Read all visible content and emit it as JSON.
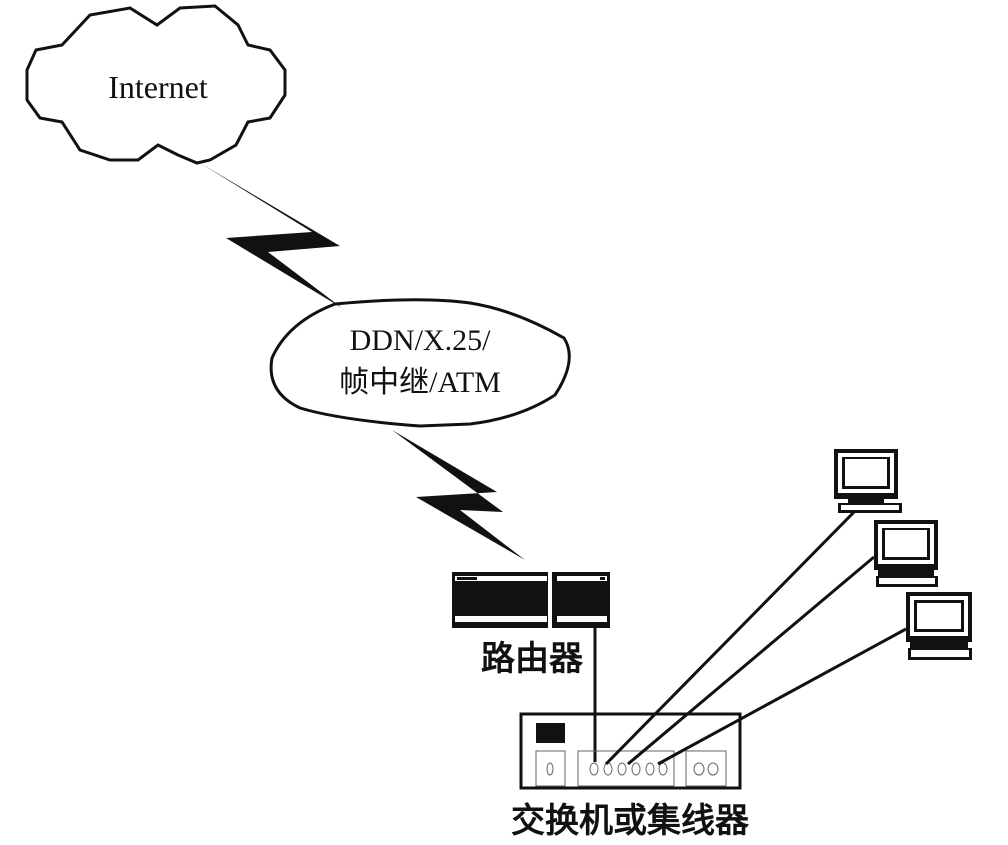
{
  "title": "Network access topology",
  "nodes": {
    "internet": {
      "label": "Internet",
      "shape": "cloud"
    },
    "wan": {
      "label_line1": "DDN/X.25/",
      "label_line2": "帧中继/ATM",
      "shape": "ellipse"
    },
    "router": {
      "label": "路由器",
      "shape": "router-icon"
    },
    "switch": {
      "label": "交换机或集线器",
      "shape": "switch-icon"
    },
    "pcs": [
      {
        "name": "pc-1",
        "shape": "computer-icon"
      },
      {
        "name": "pc-2",
        "shape": "computer-icon"
      },
      {
        "name": "pc-3",
        "shape": "computer-icon"
      }
    ]
  },
  "links": [
    {
      "from": "internet",
      "to": "wan",
      "type": "wan-lightning"
    },
    {
      "from": "wan",
      "to": "router",
      "type": "wan-lightning"
    },
    {
      "from": "router",
      "to": "switch",
      "type": "line"
    },
    {
      "from": "switch",
      "to": "pc-1",
      "type": "line"
    },
    {
      "from": "switch",
      "to": "pc-2",
      "type": "line"
    },
    {
      "from": "switch",
      "to": "pc-3",
      "type": "line"
    }
  ],
  "colors": {
    "ink": "#111111",
    "background": "#ffffff"
  }
}
